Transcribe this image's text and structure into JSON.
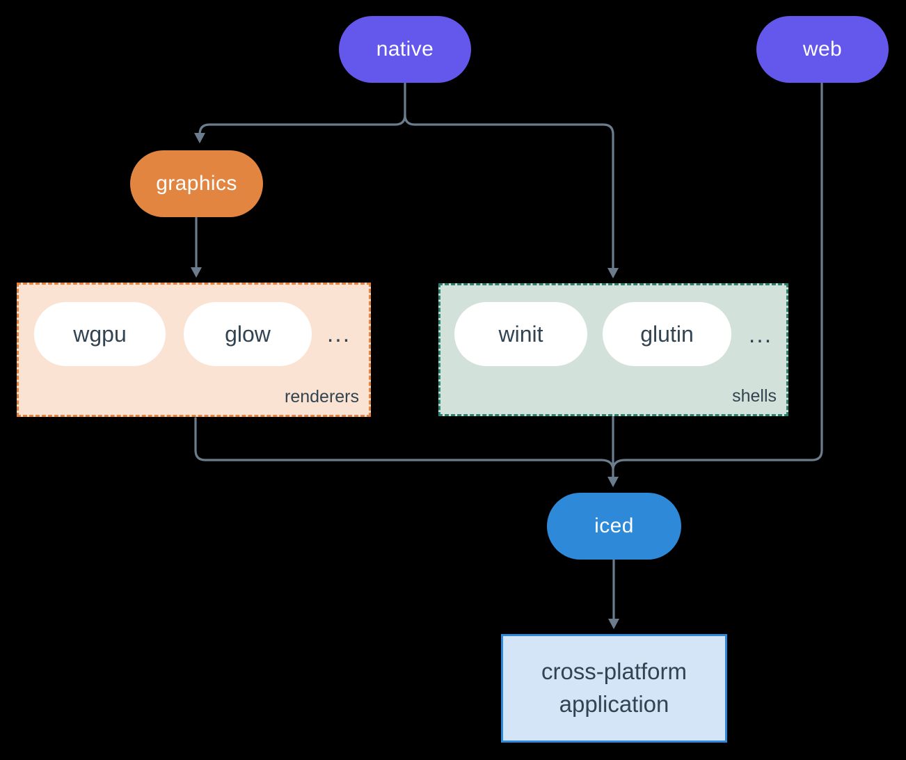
{
  "diagram": {
    "nodes": {
      "native": "native",
      "web": "web",
      "graphics": "graphics",
      "iced": "iced"
    },
    "groups": {
      "renderers": {
        "label": "renderers",
        "items": [
          "wgpu",
          "glow"
        ],
        "ellipsis": "..."
      },
      "shells": {
        "label": "shells",
        "items": [
          "winit",
          "glutin"
        ],
        "ellipsis": "..."
      }
    },
    "app": {
      "line1": "cross-platform",
      "line2": "application"
    },
    "colors": {
      "background": "#000000",
      "platform_pill": "#6357ec",
      "graphics_pill": "#e28540",
      "iced_pill": "#2e89d8",
      "renderers_bg": "#fae3d2",
      "renderers_border": "#e8823b",
      "shells_bg": "#d2e1da",
      "shells_border": "#2b8070",
      "app_bg": "#d3e5f7",
      "app_border": "#2f89d8",
      "connector": "#6b7c8d",
      "dark_text": "#324351",
      "light_text": "#ffffff",
      "inner_pill_bg": "#ffffff"
    }
  }
}
